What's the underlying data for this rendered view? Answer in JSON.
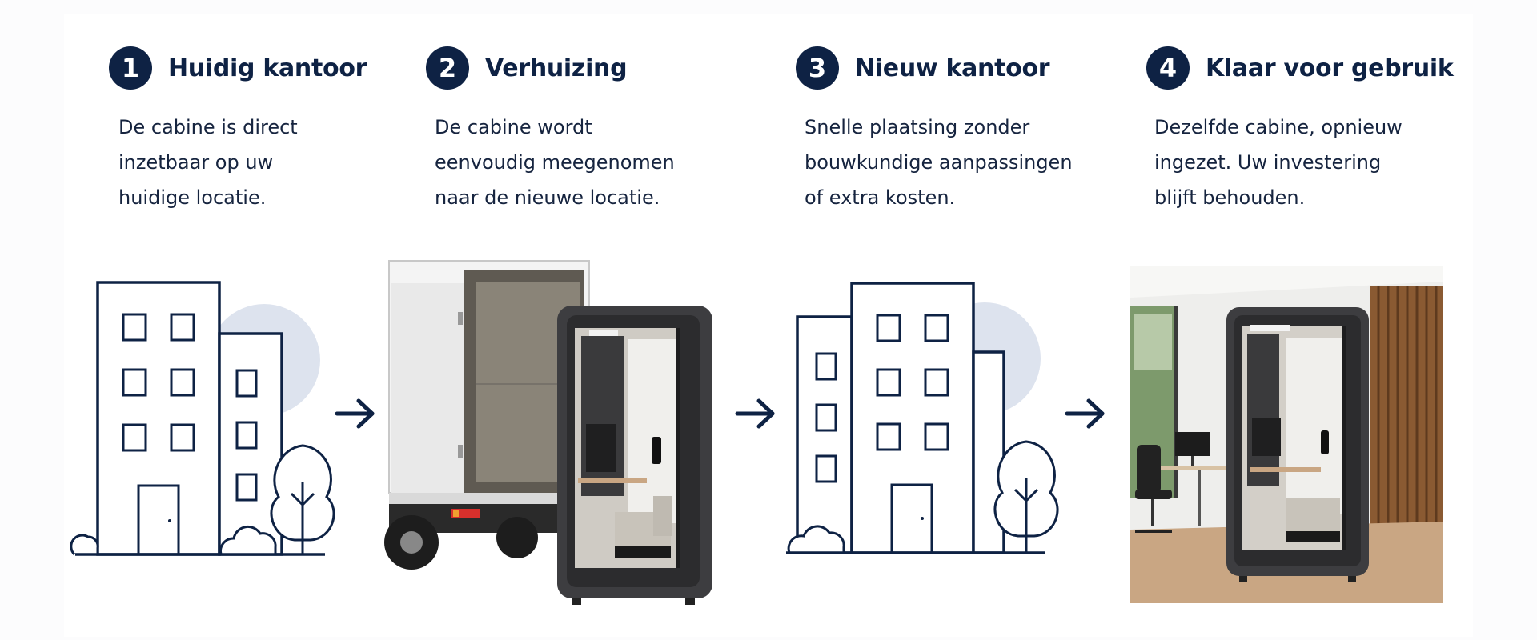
{
  "colors": {
    "navy": "#0e2244",
    "sun": "#dde3ee",
    "cabin": "#3d3d40",
    "floor": "#c9a683"
  },
  "steps": [
    {
      "number": "1",
      "title": "Huidig kantoor",
      "lines": [
        "De cabine is direct",
        "inzetbaar op uw",
        "huidige locatie."
      ],
      "illustration": "office-building-icon"
    },
    {
      "number": "2",
      "title": "Verhuizing",
      "lines": [
        "De cabine wordt",
        "eenvoudig meegenomen",
        "naar de nieuwe locatie."
      ],
      "illustration": "moving-truck-with-cabin"
    },
    {
      "number": "3",
      "title": "Nieuw kantoor",
      "lines": [
        "Snelle plaatsing zonder",
        "bouwkundige aanpassingen",
        "of extra kosten."
      ],
      "illustration": "new-office-building-icon"
    },
    {
      "number": "4",
      "title": "Klaar voor gebruik",
      "lines": [
        "Dezelfde cabine, opnieuw",
        "ingezet. Uw investering",
        "blijft behouden."
      ],
      "illustration": "cabin-in-office-photo"
    }
  ],
  "connectors": [
    "arrow-right-icon",
    "arrow-right-icon",
    "arrow-right-icon"
  ]
}
